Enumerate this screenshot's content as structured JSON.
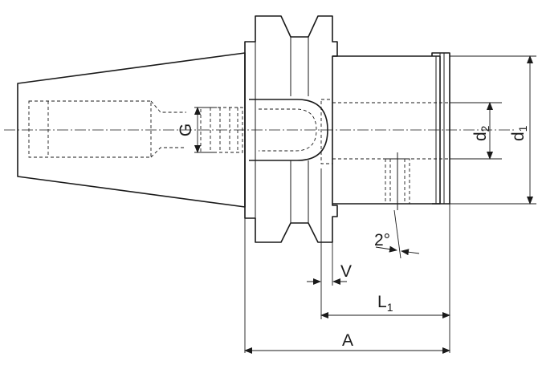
{
  "labels": {
    "G": "G",
    "d2_main": "d",
    "d2_sub": "2",
    "d1_main": "d",
    "d1_sub": "1",
    "angle": "2°",
    "V": "V",
    "L1_main": "L",
    "L1_sub": "1",
    "A": "A"
  }
}
